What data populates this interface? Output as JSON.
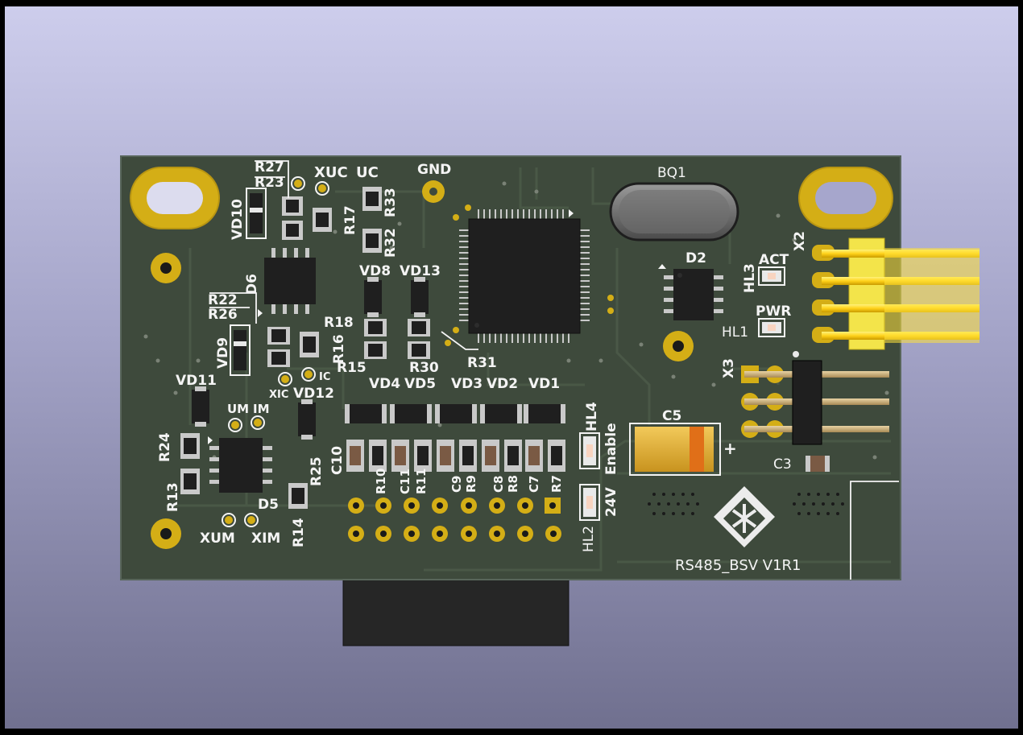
{
  "window": {
    "background_top": "#cdcdec",
    "background_bottom": "#70708f"
  },
  "board": {
    "name": "RS485_BSV V1R1",
    "solder_mask_color": "#3e4a3c",
    "copper_color": "#d6b21f",
    "silkscreen_color": "#f4f4f4"
  },
  "labels": {
    "r27": "R27",
    "r23": "R23",
    "xuc": "XUC",
    "uc": "UC",
    "gnd": "GND",
    "bq1": "BQ1",
    "vd10": "VD10",
    "r17": "R17",
    "r33": "R33",
    "r32": "R32",
    "x2": "X2",
    "d6": "D6",
    "r22": "R22",
    "r26": "R26",
    "vd8": "VD8",
    "vd13": "VD13",
    "d2": "D2",
    "hl3": "HL3",
    "act": "ACT",
    "pwr": "PWR",
    "hl1": "HL1",
    "r18": "R18",
    "r16": "R16",
    "r15": "R15",
    "r30": "R30",
    "r31": "R31",
    "vd9": "VD9",
    "ic": "IC",
    "xic": "XIC",
    "vd12": "VD12",
    "vd11": "VD11",
    "um": "UM",
    "im": "IM",
    "vd4": "VD4",
    "vd5": "VD5",
    "vd3": "VD3",
    "vd2": "VD2",
    "vd1": "VD1",
    "x3": "X3",
    "hl4": "HL4",
    "enable": "Enable",
    "c5": "C5",
    "plus": "+",
    "r24": "R24",
    "r25": "R25",
    "c10": "C10",
    "c3": "C3",
    "r13": "R13",
    "d5": "D5",
    "r14": "R14",
    "xum": "XUM",
    "xim": "XIM",
    "r10": "R10",
    "c11": "C11",
    "r11": "R11",
    "c9": "C9",
    "r9": "R9",
    "c8": "C8",
    "r8": "R8",
    "c7": "C7",
    "r7": "R7",
    "v24": "24V",
    "hl2": "HL2"
  }
}
